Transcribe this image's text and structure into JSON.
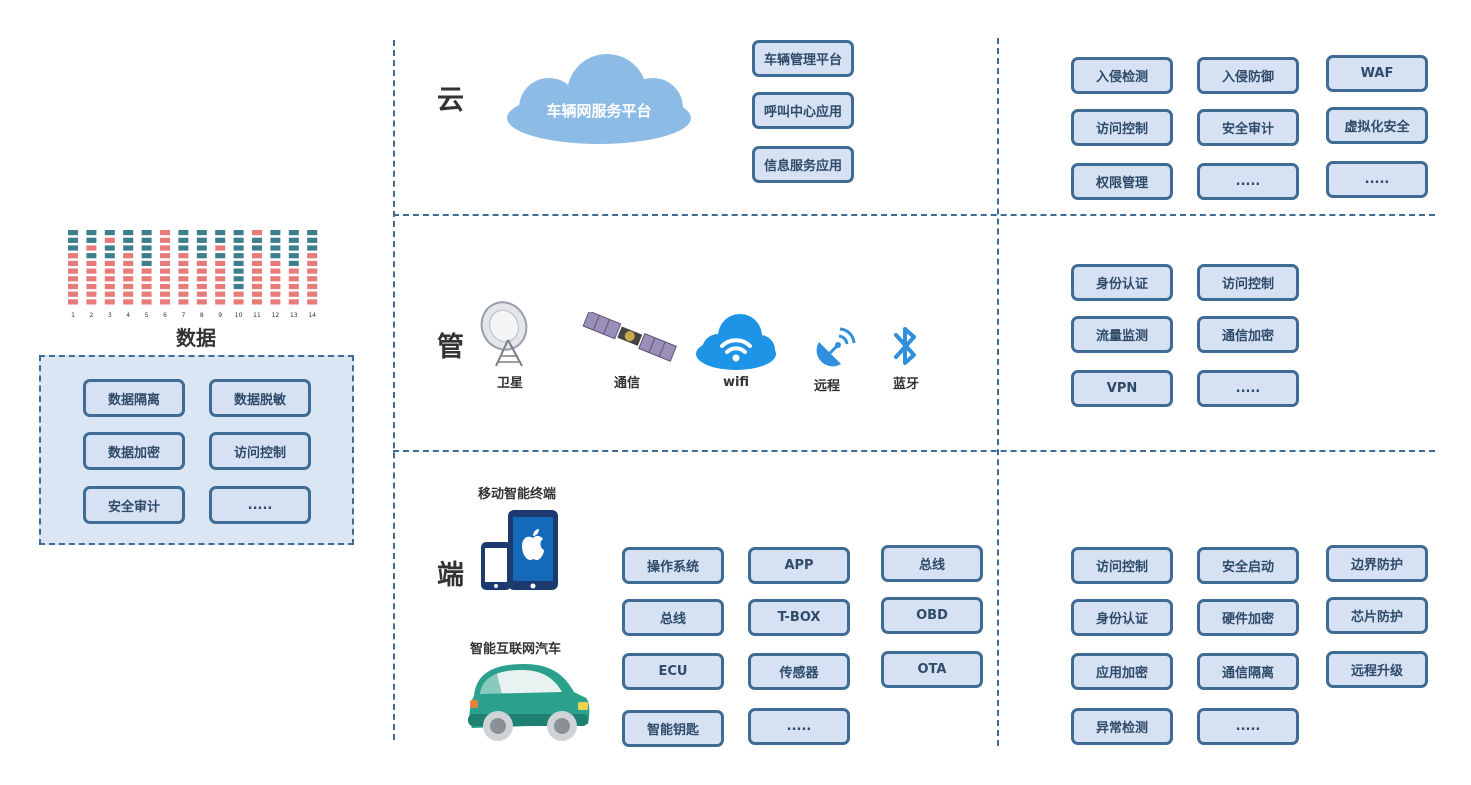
{
  "data_section": {
    "title": "数据",
    "tick_labels": [
      "1",
      "2",
      "3",
      "4",
      "5",
      "6",
      "7",
      "8",
      "9",
      "10",
      "11",
      "12",
      "13",
      "14"
    ],
    "buttons": [
      "数据隔离",
      "数据脱敏",
      "数据加密",
      "访问控制",
      "安全审计",
      "....."
    ]
  },
  "cloud": {
    "layer_label": "云",
    "platform_label": "车辆网服务平台",
    "apps": [
      "车辆管理平台",
      "呼叫中心应用",
      "信息服务应用"
    ],
    "security": [
      "入侵检测",
      "入侵防御",
      "WAF",
      "访问控制",
      "安全审计",
      "虚拟化安全",
      "权限管理",
      ".....",
      "....."
    ]
  },
  "pipe": {
    "layer_label": "管",
    "channels": [
      "卫星",
      "通信",
      "wifi",
      "远程",
      "蓝牙"
    ],
    "security": [
      "身份认证",
      "访问控制",
      "流量监测",
      "通信加密",
      "VPN",
      "....."
    ]
  },
  "terminal": {
    "layer_label": "端",
    "mobile_label": "移动智能终端",
    "car_label": "智能互联网汽车",
    "components": [
      "操作系统",
      "APP",
      "总线",
      "总线",
      "T-BOX",
      "OBD",
      "ECU",
      "传感器",
      "OTA",
      "智能钥匙",
      "....."
    ],
    "security": [
      "访问控制",
      "安全启动",
      "边界防护",
      "身份认证",
      "硬件加密",
      "芯片防护",
      "应用加密",
      "通信隔离",
      "远程升级",
      "异常检测",
      "....."
    ]
  },
  "colors": {
    "box_fill": "#d6e2f3",
    "box_border": "#3e6c94",
    "cloud": "#8cbce6",
    "bar_red": "#e87a78",
    "bar_teal": "#3d7f8c"
  }
}
